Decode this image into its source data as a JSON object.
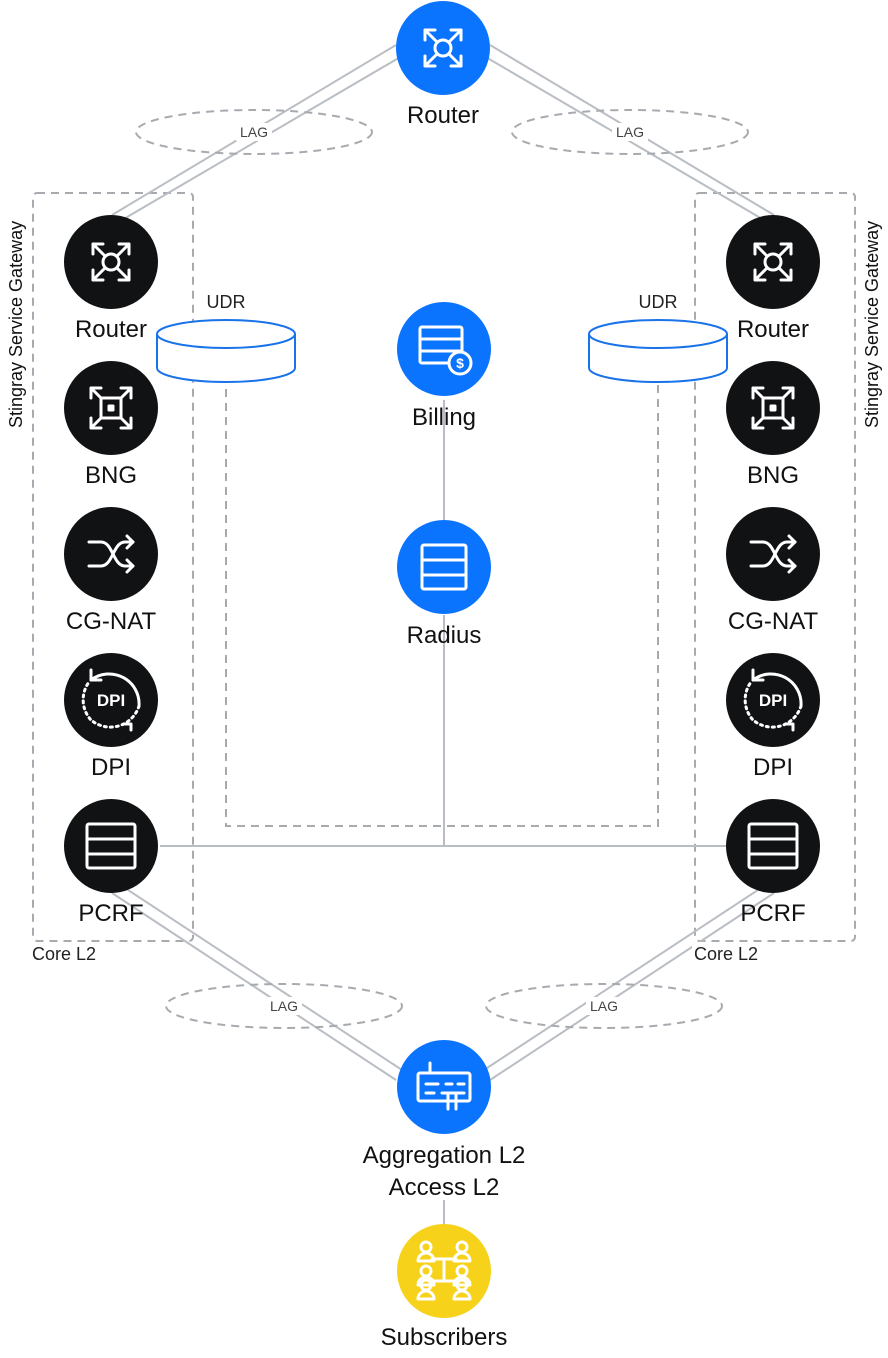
{
  "colors": {
    "blue": "#0b74ff",
    "dark": "#111214",
    "yellow": "#f7d21a",
    "line": "#b9bec4",
    "dashed": "#a7abb0"
  },
  "nodes": {
    "top_router": {
      "label": "Router",
      "icon": "router-icon"
    },
    "billing": {
      "label": "Billing",
      "icon": "billing-icon"
    },
    "radius": {
      "label": "Radius",
      "icon": "database-icon"
    },
    "aggregation": {
      "label_line1": "Aggregation L2",
      "label_line2": "Access L2",
      "icon": "switch-icon"
    },
    "subscribers": {
      "label": "Subscribers",
      "icon": "subscribers-icon"
    },
    "left": {
      "router": "Router",
      "bng": "BNG",
      "cgnat": "CG-NAT",
      "dpi": "DPI",
      "pcrf": "PCRF",
      "udr": "UDR",
      "dpi_icon_text": "DPI",
      "group_label": "Stingray Service Gateway",
      "core_label": "Core L2"
    },
    "right": {
      "router": "Router",
      "bng": "BNG",
      "cgnat": "CG-NAT",
      "dpi": "DPI",
      "pcrf": "PCRF",
      "udr": "UDR",
      "dpi_icon_text": "DPI",
      "group_label": "Stingray Service Gateway",
      "core_label": "Core L2"
    }
  },
  "lag": {
    "top_left": "LAG",
    "top_right": "LAG",
    "bottom_left": "LAG",
    "bottom_right": "LAG"
  }
}
